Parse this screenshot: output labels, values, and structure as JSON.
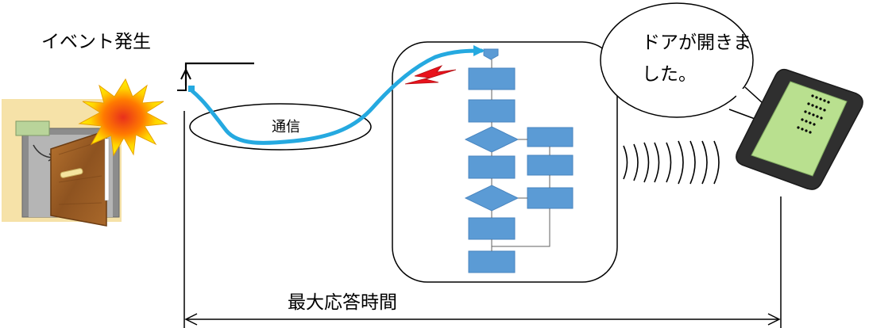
{
  "labels": {
    "event_occurred": "イベント発生",
    "communication": "通信",
    "door_opened": "ドアが開きました。",
    "max_response_time": "最大応答時間"
  },
  "icons": {
    "door": "door-opening-icon",
    "burst": "alert-burst-icon",
    "lightning": "lightning-bolt-icon",
    "flowchart": "program-flowchart-icon",
    "waves": "radio-waves-icon",
    "phone": "smartphone-icon"
  },
  "colors": {
    "signal_line": "#25a9e0",
    "flow_box": "#5b9bd5",
    "door_wood": "#a0612a",
    "wall": "#f6e2a8",
    "burst_outer": "#ffd400",
    "burst_inner": "#e8301c",
    "phone_screen": "#b9e08f"
  }
}
